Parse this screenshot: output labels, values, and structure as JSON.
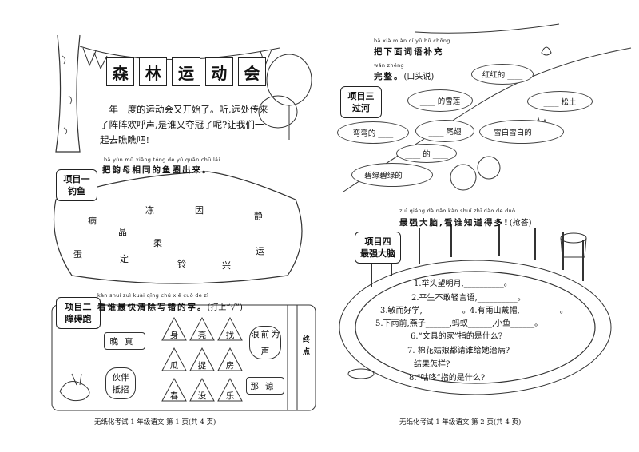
{
  "left_page": {
    "title_chars": [
      "森",
      "林",
      "运",
      "动",
      "会"
    ],
    "story": "一年一度的运动会又开始了。听,远处传来了阵阵欢呼声,是谁又夺冠了呢?让我们一起去瞧瞧吧!",
    "section1": {
      "tag": "项目一 钓鱼",
      "pinyin": "bǎ yùn mǔ xiāng tóng de yú quān chū lái",
      "instruction": "把韵母相同的鱼圈出来。",
      "fish_chars": [
        "病",
        "晶",
        "冻",
        "柔",
        "因",
        "静",
        "蛋",
        "定",
        "铃",
        "兴",
        "运"
      ]
    },
    "section2": {
      "tag": "项目二 障碍跑",
      "pinyin": "kàn shuí zuì kuài qīng chú xiě cuò de zì",
      "instruction": "看谁最快清除写错的字。",
      "instruction_note": "(打上“√”)",
      "words_left": [
        "晚",
        "真",
        "伙伴",
        "抵招"
      ],
      "tri_chars": [
        "身",
        "亮",
        "找",
        "瓜",
        "捉",
        "房",
        "春",
        "没",
        "乐"
      ],
      "words_right": [
        "浪",
        "前",
        "为",
        "声",
        "那",
        "谅"
      ],
      "finish": "终点"
    },
    "footer": "无纸化考试 1 年级语文 第 1 页(共 4 页)"
  },
  "right_page": {
    "section3": {
      "pinyin1": "bǎ xià miàn cí yǔ bǔ chōng",
      "instruction1": "把下面词语补充",
      "pinyin2": "wán zhěng",
      "instruction2": "完整。",
      "note": "(口头说)",
      "tag": "项目三 过河",
      "blanks": [
        "红红的 ____",
        "____ 的雪莲",
        "____ 松土",
        "弯弯的 ____",
        "____ 尾翅",
        "雪白雪白的 ____",
        "碧绿碧绿的 ____",
        "____ 的 ____"
      ]
    },
    "section4": {
      "pinyin": "zuì qiáng dà nǎo kàn shuí zhī dào de duō",
      "instruction": "最强大脑,看谁知道得多!",
      "note": "(抢答)",
      "tag": "项目四 最强大脑",
      "questions": [
        "1.举头望明月,__________。",
        "2.平生不敢轻言语,__________。",
        "3.敏而好学,__________。",
        "4.有雨山戴帽,__________。",
        "5.下雨前,燕子______,蚂蚁______,小鱼______。",
        "6.“文具的家”指的是什么?",
        "7. 棉花姑娘都请谁给她治病?",
        "结果怎样?",
        "8.“咕咚”指的是什么?"
      ]
    },
    "footer": "无纸化考试 1 年级语文 第 2 页(共 4 页)"
  }
}
